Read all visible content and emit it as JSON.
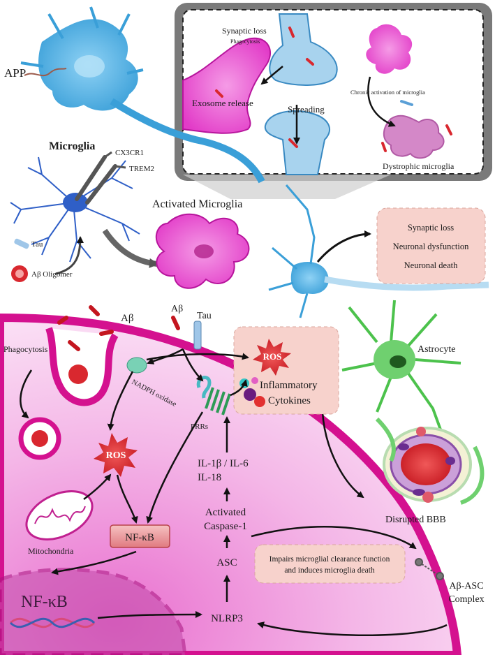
{
  "labels": {
    "app": "APP",
    "microglia": "Microglia",
    "cx3cr1": "CX3CR1",
    "trem2": "TREM2",
    "tau_legend": "Tau",
    "abeta_oligomer": "Aβ Oligomer",
    "activated_microglia": "Activated Microglia",
    "synaptic_loss_inset": "Synaptic loss",
    "phagocytosis_inset": "Phagocytosis",
    "exosome_release": "Exosome release",
    "spreading": "Spreading",
    "chronic_activation": "Chronic activation of microglia",
    "dystrophic_microglia": "Dystrophic microglia",
    "outcome_1": "Synaptic loss",
    "outcome_2": "Neuronal dysfunction",
    "outcome_3": "Neuronal death",
    "astrocyte": "Astrocyte",
    "disrupted_bbb": "Disrupted BBB",
    "abeta_1": "Aβ",
    "abeta_2": "Aβ",
    "tau": "Tau",
    "phagocytosis": "Phagocytosis",
    "nadph_oxidase": "NADPH oxidase",
    "prrs": "PRRs",
    "ros_top": "ROS",
    "inflammatory": "Inflammatory",
    "cytokines": "Cytokines",
    "ros_mid": "ROS",
    "mitochondria": "Mitochondria",
    "nfkb_box": "NF-κB",
    "nfkb_nucleus": "NF-κB",
    "il1b_il6": "IL-1β / IL-6",
    "il18": "IL-18",
    "activated": "Activated",
    "caspase1": "Caspase-1",
    "asc": "ASC",
    "nlrp3": "NLRP3",
    "impairs_1": "Impairs microglial clearance function",
    "impairs_2": "and induces microglia death",
    "abeta_asc_1": "Aβ-ASC",
    "abeta_asc_2": "Complex"
  },
  "colors": {
    "microglia_blue": "#3a9fd8",
    "activated_magenta": "#e23cc8",
    "astrocyte_green": "#4cc24c",
    "ros_red": "#d9282f",
    "cell_interior": "#f7c6ec",
    "cell_membrane": "#d4118f",
    "pink_box": "#f7d2cc"
  }
}
